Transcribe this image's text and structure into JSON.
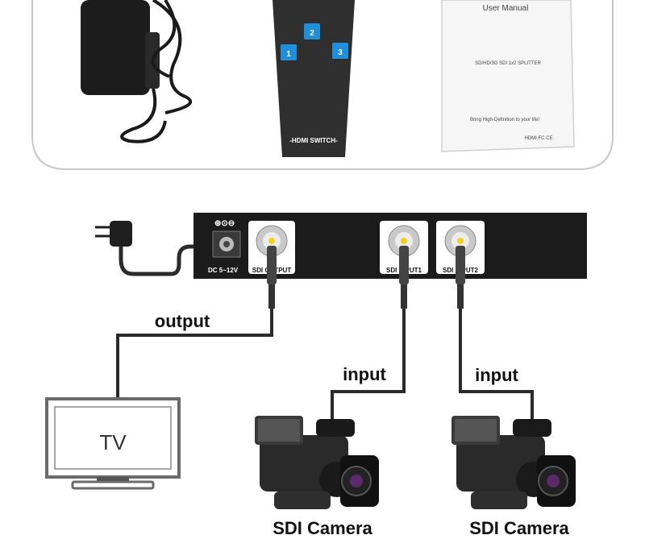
{
  "package": {
    "remote_label": "-HDMI SWITCH-",
    "remote_buttons": [
      "1",
      "2",
      "3"
    ],
    "manual_title": "User Manual",
    "manual_subtitle": "SD/HD/3G SDI 1x2 SPLITTER",
    "manual_tagline": "Bring High-Definition to your life!",
    "manual_logos": "HDMI  FC  CE"
  },
  "splitter": {
    "power_label": "DC 5~12V",
    "power_symbol": "⊕⊙⊖",
    "port_1": "SDI OUTPUT",
    "port_2": "SDI INPUT1",
    "port_3": "SDI INPUT2"
  },
  "labels": {
    "output": "output",
    "input_1": "input",
    "input_2": "input",
    "tv": "TV",
    "camera_1": "SDI Camera",
    "camera_2": "SDI Camera"
  },
  "colors": {
    "device_body": "#1b1b1b",
    "cable": "#2b2b2b",
    "port_core": "#f2d21b",
    "remote_button": "#1e8fd8",
    "frame_border": "#c8c8c8"
  }
}
